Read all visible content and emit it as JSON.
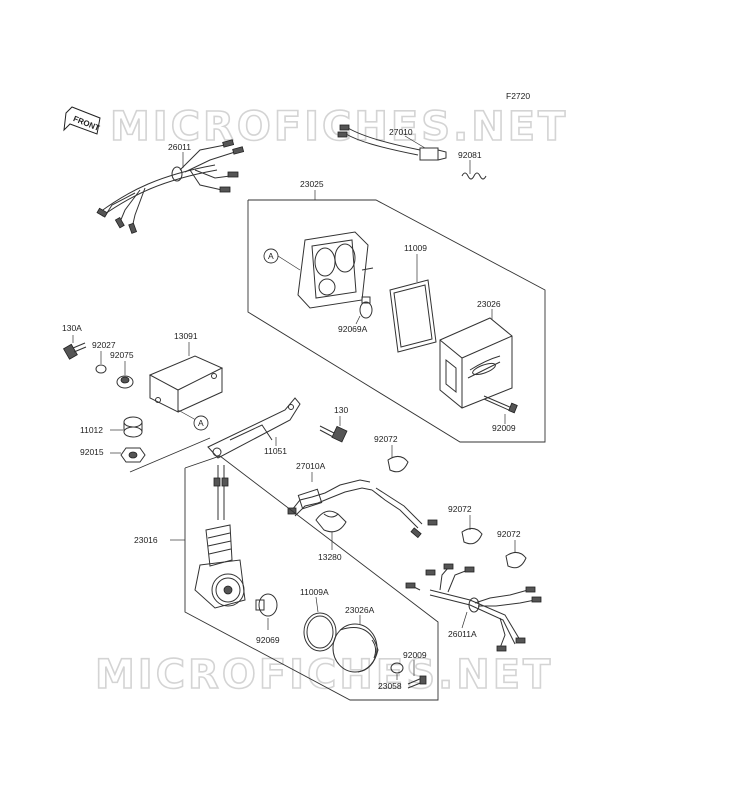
{
  "watermark": "MICROFICHES.NET",
  "figure_code": "F2720",
  "front_label": "FRONT",
  "callout_letter": "A",
  "parts": {
    "p26011": "26011",
    "p27010": "27010",
    "p92081": "92081",
    "p23025": "23025",
    "p11009": "11009",
    "p23026": "23026",
    "p92069A": "92069A",
    "p130A": "130A",
    "p13091": "13091",
    "p92027": "92027",
    "p92075": "92075",
    "p130": "130",
    "p92009_top": "92009",
    "p92072_a": "92072",
    "p11012": "11012",
    "p11051": "11051",
    "p92015": "92015",
    "p27010A": "27010A",
    "p92072_b": "92072",
    "p92072_c": "92072",
    "p23016": "23016",
    "p13280": "13280",
    "p11009A": "11009A",
    "p23026A": "23026A",
    "p26011A": "26011A",
    "p92069": "92069",
    "p92009_bot": "92009",
    "p23058": "23058"
  }
}
